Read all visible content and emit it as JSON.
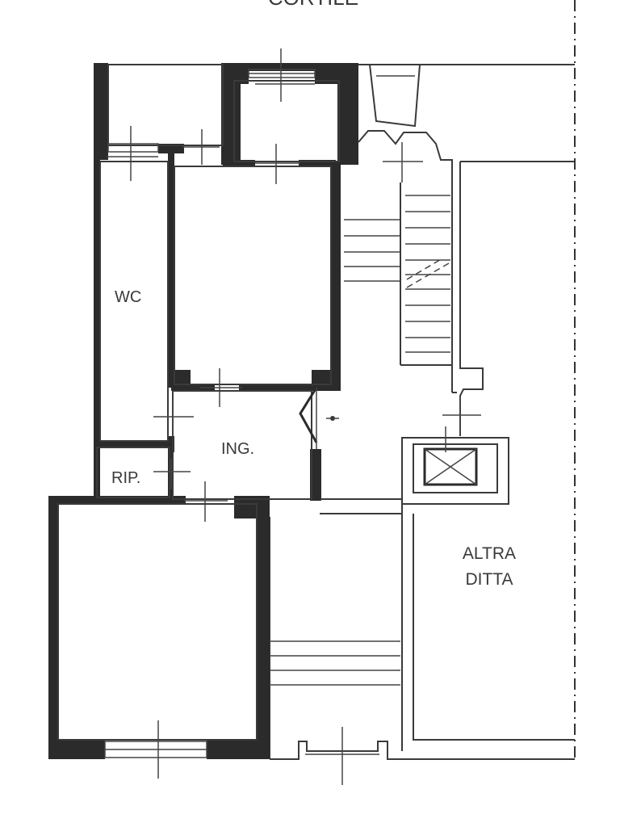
{
  "labels": {
    "top_label": "CORTILE",
    "wc": "WC",
    "ing": "ING.",
    "rip": "RIP.",
    "altra_line1": "ALTRA",
    "altra_line2": "DITTA"
  }
}
